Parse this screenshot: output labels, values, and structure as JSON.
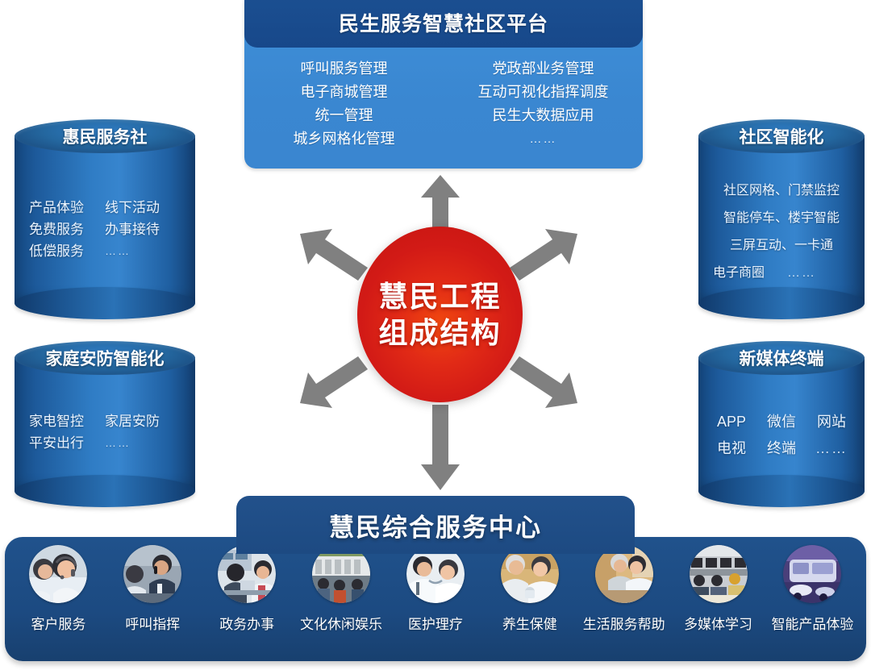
{
  "platform": {
    "title": "民生服务智慧社区平台",
    "left_items": [
      "呼叫服务管理",
      "电子商城管理",
      "统一管理",
      "城乡网格化管理"
    ],
    "right_items": [
      "党政部业务管理",
      "互动可视化指挥调度",
      "民生大数据应用",
      "……"
    ]
  },
  "core": {
    "line1": "慧民工程",
    "line2": "组成结构",
    "color": "#D21A16"
  },
  "cylinders": [
    {
      "id": "hms",
      "title": "惠民服务社",
      "rows": [
        [
          "产品体验",
          "线下活动"
        ],
        [
          "免费服务",
          "办事接待"
        ],
        [
          "低偿服务",
          "……"
        ]
      ]
    },
    {
      "id": "jtaf",
      "title": "家庭安防智能化",
      "rows": [
        [
          "家电智控",
          "家居安防"
        ],
        [
          "平安出行",
          "……"
        ]
      ]
    },
    {
      "id": "sqzn",
      "title": "社区智能化",
      "rows": [
        [
          "社区网格、门禁监控"
        ],
        [
          "智能停车、楼宇智能"
        ],
        [
          "三屏互动、一卡通"
        ],
        [
          "电子商圈",
          "……"
        ]
      ]
    },
    {
      "id": "xmt",
      "title": "新媒体终端",
      "rows": [
        [
          "APP",
          "微信",
          "网站"
        ],
        [
          "电视",
          "终端",
          "……"
        ]
      ]
    }
  ],
  "banner": {
    "title": "慧民综合服务中心",
    "color": "#1D4A82",
    "services": [
      {
        "label": "客户服务",
        "icon": "headset-operator-photo"
      },
      {
        "label": "呼叫指挥",
        "icon": "dispatch-officer-photo"
      },
      {
        "label": "政务办事",
        "icon": "government-desk-photo"
      },
      {
        "label": "文化休闲娱乐",
        "icon": "culture-leisure-photo"
      },
      {
        "label": "医护理疗",
        "icon": "medical-care-photo"
      },
      {
        "label": "养生保健",
        "icon": "elderly-health-photo"
      },
      {
        "label": "生活服务帮助",
        "icon": "home-help-photo"
      },
      {
        "label": "多媒体学习",
        "icon": "classroom-learning-photo"
      },
      {
        "label": "智能产品体验",
        "icon": "smart-product-photo"
      }
    ]
  },
  "arrows": {
    "color": "#808080",
    "directions": [
      "up",
      "up-left",
      "up-right",
      "down-left",
      "down-right",
      "down"
    ]
  }
}
